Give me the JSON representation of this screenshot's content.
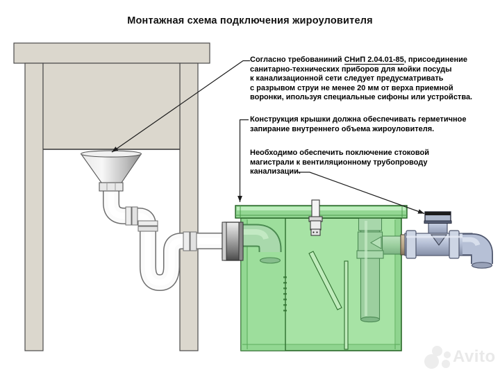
{
  "title": "Монтажная схема подключения жироуловителя",
  "annotations": {
    "snip_requirement": {
      "prefix": "Согласно требованиний ",
      "code": "СНиП 2.04.01-85",
      "suffix": ", присоединение",
      "line2": "санитарно-технических приборов для мойки посуды",
      "line3": "к канализационной сети следует предусматривать",
      "line4": "с разрывом струи не менее 20 мм от верха приемной",
      "line5": "воронки, ипользуя специальные сифоны или устройства."
    },
    "lid_seal": {
      "line1": "Конструкция крышки должна обеспечивать герметичное",
      "line2": "запирание внутреннего объема жироуловителя."
    },
    "vent_connection": {
      "line1": "Необходимо обеспечить поключение стоковой",
      "line2": "магистрали к вентиляционному трубопроводу",
      "line3": "канализации."
    }
  },
  "diagram": {
    "components": [
      "sink-table",
      "drain-funnel",
      "siphon-trap-piping",
      "inlet-coupling",
      "grease-trap-body",
      "grease-trap-lid",
      "lid-latch",
      "internal-inlet-elbow",
      "internal-baffles",
      "internal-outlet-tee",
      "outlet-tee",
      "vent-cap",
      "outlet-elbow"
    ]
  },
  "watermark": {
    "brand": "Avito"
  },
  "colors": {
    "table_beige": "#dbd7cd",
    "pipe_white": "#fcfcfc",
    "grease_trap_green": "#a7e3a5",
    "lid_green": "#93d793",
    "internal_pipe_green": "#9ccf9f",
    "outlet_pipe_blue": "#b6c0d6",
    "coupling_bronze": "#b5a284",
    "leader_line": "#222222"
  }
}
